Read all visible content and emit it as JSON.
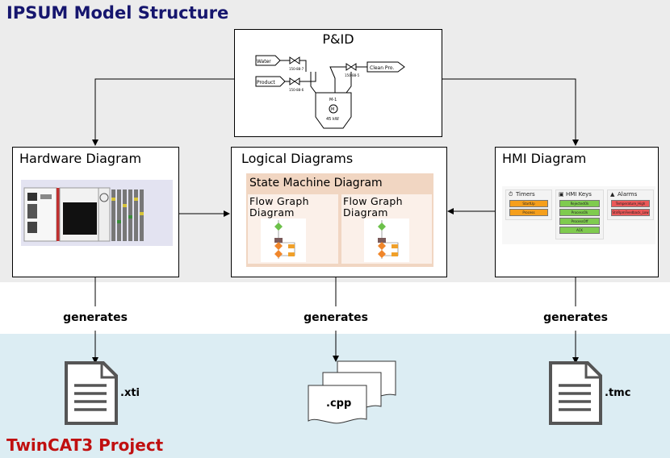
{
  "header": {
    "title": "IPSUM Model Structure"
  },
  "footer": {
    "title": "TwinCAT3 Project"
  },
  "pid": {
    "title": "P&ID",
    "inputs": [
      "Water",
      "Product"
    ],
    "output": "Clean Pro.",
    "valves": [
      "150-88-7",
      "150-88-6",
      "150-88-5"
    ],
    "vessel": "M-1",
    "motor_symbol": "M",
    "motor_power": "45 kW"
  },
  "hardware": {
    "title": "Hardware Diagram"
  },
  "logical": {
    "title": "Logical Diagrams",
    "state_machine": "State Machine Diagram",
    "flow_graphs": [
      "Flow Graph\nDiagram",
      "Flow Graph\nDiagram"
    ]
  },
  "hmi": {
    "title": "HMI Diagram",
    "timers": {
      "title": "Timers",
      "items": [
        "StartUp",
        "Process"
      ]
    },
    "keys": {
      "title": "HMI Keys",
      "items": [
        "RejectedOk",
        "ProcessOk",
        "ProcessOff",
        "ACK"
      ]
    },
    "alarms": {
      "title": "Alarms",
      "items": [
        "Temperature_High",
        "StirRpmFeedback_Low"
      ]
    }
  },
  "outputs": {
    "generates": [
      "generates",
      "generates",
      "generates"
    ],
    "files": [
      ".xti",
      ".cpp",
      ".tmc"
    ]
  },
  "colors": {
    "header": "#16166e",
    "footer": "#c01010",
    "top_region": "#ececec",
    "bottom_region": "#dcedf3",
    "state_machine": "#f1d6c2",
    "flow_graph": "#fbf0e9",
    "hmi_timer": "#f59f1c",
    "hmi_key": "#7fcb4f",
    "hmi_alarm": "#ec5858"
  },
  "icons": [
    "document-icon",
    "multi-document-icon",
    "document-icon"
  ]
}
